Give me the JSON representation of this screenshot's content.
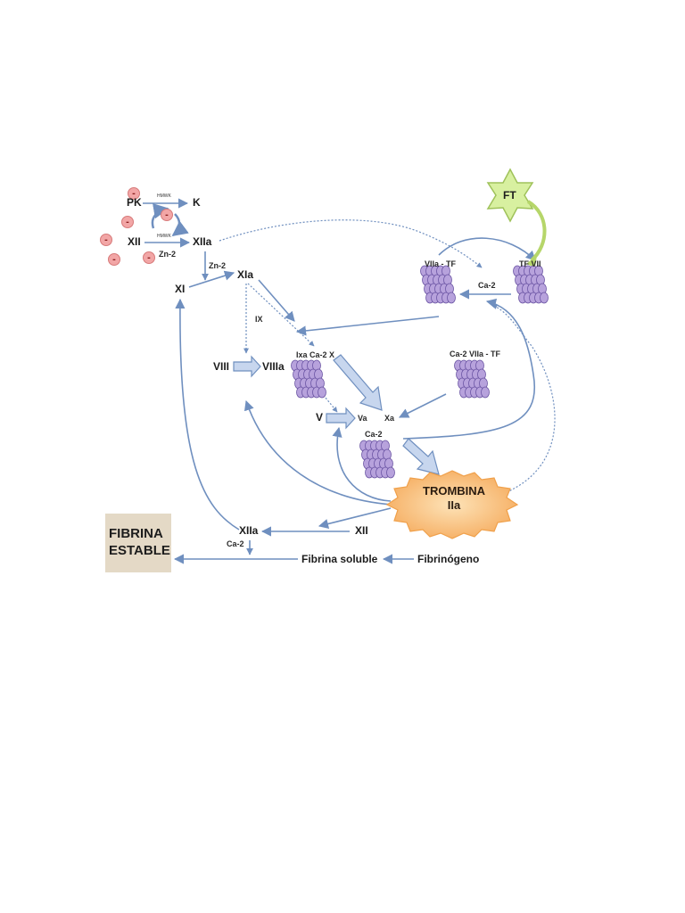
{
  "diagram": {
    "nodes": {
      "pk": "PK",
      "k": "K",
      "xii_top": "XII",
      "xiia_top": "XIIa",
      "hmwk_1": "HMWK",
      "hmwk_2": "HMWK",
      "zn_1": "Zn-2",
      "zn_2": "Zn-2",
      "xi": "XI",
      "xia": "XIa",
      "ix": "IX",
      "viii": "VIII",
      "viiia": "VIIIa",
      "ixa_ca_x": "Ixa  Ca-2  X",
      "v": "V",
      "va": "Va",
      "xa": "Xa",
      "ca_xa": "Ca-2",
      "viia_tf": "VIIa - TF",
      "tf_vii": "TF    VII",
      "ca_tf": "Ca-2",
      "ca_viia_tf": "Ca-2  VIIa  - TF",
      "ft": "FT",
      "trombina": "TROMBINA",
      "iia": "IIa",
      "xiia_bottom": "XIIa",
      "xii_bottom": "XII",
      "ca_bottom": "Ca-2",
      "fibrina_soluble": "Fibrina soluble",
      "fibrinogeno": "Fibrinógeno",
      "fibrina_estable_1": "FIBRINA",
      "fibrina_estable_2": "ESTABLE"
    },
    "negative_charge_symbol": "-",
    "colors": {
      "arrow": "#6f8fbf",
      "arrow_fill": "#c7d6ee",
      "platelet": "#b7a2dc",
      "platelet_stroke": "#6a54a3",
      "minus_fill": "#f2a6a6",
      "ft_star": "#d8f0a0",
      "trombina_burst": "#f8c58a",
      "fibrina_box": "#e4d9c6"
    }
  }
}
